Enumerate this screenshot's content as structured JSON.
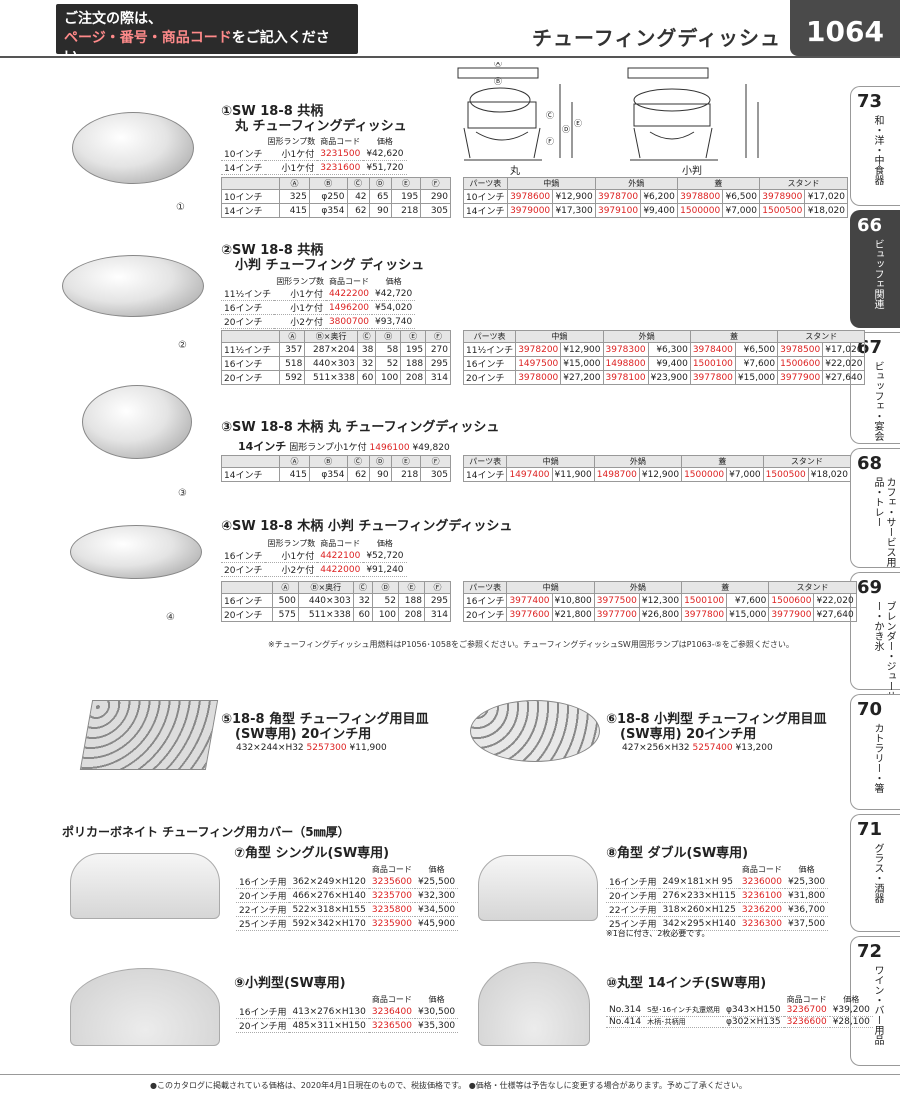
{
  "header": {
    "note_line1": "ご注文の際は、",
    "note_line2_red": "ページ・番号・商品コード",
    "note_line2_rest": "をご記入ください。",
    "title": "チューフィングディッシュ",
    "page": "1064"
  },
  "tabs": [
    {
      "num": "73",
      "label": "和・洋・中食器"
    },
    {
      "num": "66",
      "label": "ビュッフェ関連"
    },
    {
      "num": "67",
      "label": "ビュッフェ・宴会"
    },
    {
      "num": "68",
      "label": "カフェ・サービス用品・トレー"
    },
    {
      "num": "69",
      "label": "ブレンダー・ジューサー・かき氷"
    },
    {
      "num": "70",
      "label": "カトラリー・箸"
    },
    {
      "num": "71",
      "label": "グラス・酒器"
    },
    {
      "num": "72",
      "label": "ワイン・バー用品"
    }
  ],
  "dia": {
    "l1": "丸",
    "l2": "小判",
    "A": "Ⓐ",
    "B": "Ⓑ",
    "C": "Ⓒ",
    "D": "Ⓓ",
    "E": "Ⓔ",
    "F": "Ⓕ"
  },
  "p1": {
    "num": "①",
    "t1": "SW 18-8 共柄",
    "t2": "丸 チューフィングディッシュ",
    "ph": [
      "固形ランプ数",
      "商品コード",
      "価格"
    ],
    "prices": [
      [
        "10インチ",
        "小1ケ付",
        "3231500",
        "¥42,620"
      ],
      [
        "14インチ",
        "小1ケ付",
        "3231600",
        "¥51,720"
      ]
    ],
    "dh": [
      "",
      "Ⓐ",
      "Ⓑ",
      "Ⓒ",
      "Ⓓ",
      "Ⓔ",
      "Ⓕ"
    ],
    "dims": [
      [
        "10インチ",
        "325",
        "φ250",
        "42",
        "65",
        "195",
        "290"
      ],
      [
        "14インチ",
        "415",
        "φ354",
        "62",
        "90",
        "218",
        "305"
      ]
    ],
    "parts": [
      [
        "10インチ",
        "3978600",
        "¥12,900",
        "3978700",
        "¥6,200",
        "3978800",
        "¥6,500",
        "3978900",
        "¥17,020"
      ],
      [
        "14インチ",
        "3979000",
        "¥17,300",
        "3979100",
        "¥9,400",
        "1500000",
        "¥7,000",
        "1500500",
        "¥18,020"
      ]
    ]
  },
  "parth": [
    "パーツ表",
    "中鍋",
    "外鍋",
    "蓋",
    "スタンド"
  ],
  "p2": {
    "num": "②",
    "t1": "SW 18-8 共柄",
    "t2": "小判 チューフィング ディッシュ",
    "ph": [
      "固形ランプ数",
      "商品コード",
      "価格"
    ],
    "prices": [
      [
        "11½インチ",
        "小1ケ付",
        "4422200",
        "¥42,720"
      ],
      [
        "16インチ",
        "小1ケ付",
        "1496200",
        "¥54,020"
      ],
      [
        "20インチ",
        "小2ケ付",
        "3800700",
        "¥93,740"
      ]
    ],
    "dh": [
      "",
      "Ⓐ",
      "Ⓑ×奥行",
      "Ⓒ",
      "Ⓓ",
      "Ⓔ",
      "Ⓕ"
    ],
    "dims": [
      [
        "11½インチ",
        "357",
        "287×204",
        "38",
        "58",
        "195",
        "270"
      ],
      [
        "16インチ",
        "518",
        "440×303",
        "32",
        "52",
        "188",
        "295"
      ],
      [
        "20インチ",
        "592",
        "511×338",
        "60",
        "100",
        "208",
        "314"
      ]
    ],
    "parts": [
      [
        "11½インチ",
        "3978200",
        "¥12,900",
        "3978300",
        "¥6,300",
        "3978400",
        "¥6,500",
        "3978500",
        "¥17,020"
      ],
      [
        "16インチ",
        "1497500",
        "¥15,000",
        "1498800",
        "¥9,400",
        "1500100",
        "¥7,600",
        "1500600",
        "¥22,020"
      ],
      [
        "20インチ",
        "3978000",
        "¥27,200",
        "3978100",
        "¥23,900",
        "3977800",
        "¥15,000",
        "3977900",
        "¥27,640"
      ]
    ]
  },
  "p3": {
    "num": "③",
    "t1": "SW 18-8 木柄 丸 チューフィングディッシュ",
    "size": "14インチ",
    "lamp": "固形ランプ小1ケ付",
    "code": "1496100",
    "price": "¥49,820",
    "dh": [
      "",
      "Ⓐ",
      "Ⓑ",
      "Ⓒ",
      "Ⓓ",
      "Ⓔ",
      "Ⓕ"
    ],
    "dims": [
      [
        "14インチ",
        "415",
        "φ354",
        "62",
        "90",
        "218",
        "305"
      ]
    ],
    "parts": [
      [
        "14インチ",
        "1497400",
        "¥11,900",
        "1498700",
        "¥12,900",
        "1500000",
        "¥7,000",
        "1500500",
        "¥18,020"
      ]
    ]
  },
  "p4": {
    "num": "④",
    "t1": "SW 18-8 木柄 小判 チューフィングディッシュ",
    "ph": [
      "固形ランプ数",
      "商品コード",
      "価格"
    ],
    "prices": [
      [
        "16インチ",
        "小1ケ付",
        "4422100",
        "¥52,720"
      ],
      [
        "20インチ",
        "小2ケ付",
        "4422000",
        "¥91,240"
      ]
    ],
    "dh": [
      "",
      "Ⓐ",
      "Ⓑ×奥行",
      "Ⓒ",
      "Ⓓ",
      "Ⓔ",
      "Ⓕ"
    ],
    "dims": [
      [
        "16インチ",
        "500",
        "440×303",
        "32",
        "52",
        "188",
        "295"
      ],
      [
        "20インチ",
        "575",
        "511×338",
        "60",
        "100",
        "208",
        "314"
      ]
    ],
    "parts": [
      [
        "16インチ",
        "3977400",
        "¥10,800",
        "3977500",
        "¥12,300",
        "1500100",
        "¥7,600",
        "1500600",
        "¥22,020"
      ],
      [
        "20インチ",
        "3977600",
        "¥21,800",
        "3977700",
        "¥26,800",
        "3977800",
        "¥15,000",
        "3977900",
        "¥27,640"
      ]
    ]
  },
  "fuel_note": "※チューフィングディッシュ用燃料はP1056･1058をご参照ください。チューフィングディッシュSW用固形ランプはP1063-⑤をご参照ください。",
  "p5": {
    "num": "⑤",
    "t1": "18-8 角型 チューフィング用目皿",
    "t2": "(SW専用) 20インチ用",
    "size": "432×244×H32",
    "code": "5257300",
    "price": "¥11,900"
  },
  "p6": {
    "num": "⑥",
    "t1": "18-8 小判型 チューフィング用目皿",
    "t2": "(SW専用) 20インチ用",
    "size": "427×256×H32",
    "code": "5257400",
    "price": "¥13,200"
  },
  "cover_title": "ポリカーボネイト チューフィング用カバー（5㎜厚）",
  "p7": {
    "num": "⑦",
    "t1": "角型 シングル(SW専用)",
    "ph": [
      "商品コード",
      "価格"
    ],
    "rows": [
      [
        "16インチ用",
        "362×249×H120",
        "3235600",
        "¥25,500"
      ],
      [
        "20インチ用",
        "466×276×H140",
        "3235700",
        "¥32,300"
      ],
      [
        "22インチ用",
        "522×318×H155",
        "3235800",
        "¥34,500"
      ],
      [
        "25インチ用",
        "592×342×H170",
        "3235900",
        "¥45,900"
      ]
    ]
  },
  "p8": {
    "num": "⑧",
    "t1": "角型 ダブル(SW専用)",
    "ph": [
      "商品コード",
      "価格"
    ],
    "rows": [
      [
        "16インチ用",
        "249×181×H 95",
        "3236000",
        "¥25,300"
      ],
      [
        "20インチ用",
        "276×233×H115",
        "3236100",
        "¥31,800"
      ],
      [
        "22インチ用",
        "318×260×H125",
        "3236200",
        "¥36,700"
      ],
      [
        "25インチ用",
        "342×295×H140",
        "3236300",
        "¥37,500"
      ]
    ],
    "note": "※1台に付き、2枚必要です。"
  },
  "p9": {
    "num": "⑨",
    "t1": "小判型(SW専用)",
    "ph": [
      "商品コード",
      "価格"
    ],
    "rows": [
      [
        "16インチ用",
        "413×276×H130",
        "3236400",
        "¥30,500"
      ],
      [
        "20インチ用",
        "485×311×H150",
        "3236500",
        "¥35,300"
      ]
    ]
  },
  "p10": {
    "num": "⑩",
    "t1": "丸型 14インチ(SW専用)",
    "ph": [
      "商品コード",
      "価格"
    ],
    "rows": [
      [
        "No.314",
        "S型･16インチ丸還燃用",
        "φ343×H150",
        "3236700",
        "¥39,200"
      ],
      [
        "No.414",
        "木柄･共柄用",
        "φ302×H135",
        "3236600",
        "¥28,100"
      ]
    ]
  },
  "footer": "●このカタログに掲載されている価格は、2020年4月1日現在のもので、税抜価格です。 ●価格・仕様等は予告なしに変更する場合があります。予めご了承ください。"
}
